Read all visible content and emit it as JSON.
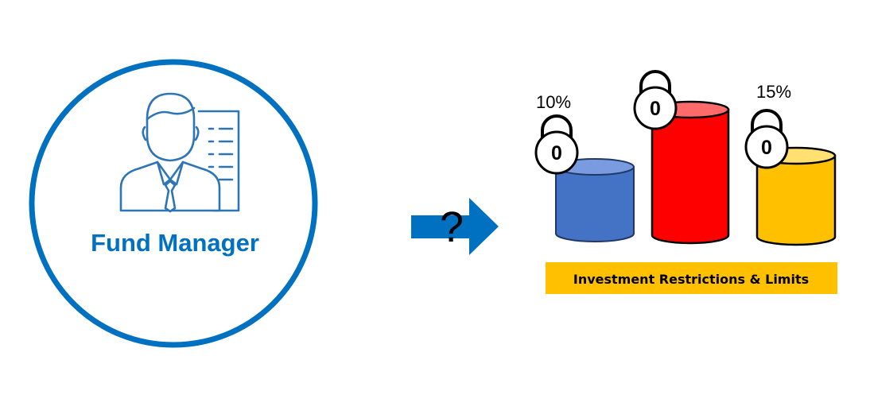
{
  "colors": {
    "brand_blue": "#0070C0",
    "arrow_blue": "#0070C0",
    "cylinder_blue": "#4472C4",
    "cylinder_red": "#FF0000",
    "cylinder_yellow": "#FFC000",
    "banner_yellow": "#FFC000",
    "lock_outline": "#000000"
  },
  "fund_manager": {
    "label": "Fund Manager",
    "icon": "businessman-with-document-icon"
  },
  "connector": {
    "icon": "right-arrow-icon",
    "symbol": "?"
  },
  "restrictions": {
    "cylinders": [
      {
        "id": "blue",
        "percent_label": "10%",
        "lock_icon": "padlock-icon",
        "lock_digit": "0"
      },
      {
        "id": "red",
        "percent_label": "",
        "lock_icon": "padlock-icon",
        "lock_digit": "0"
      },
      {
        "id": "yellow",
        "percent_label": "15%",
        "lock_icon": "padlock-icon",
        "lock_digit": "0"
      }
    ],
    "banner_label": "Investment Restrictions & Limits"
  }
}
